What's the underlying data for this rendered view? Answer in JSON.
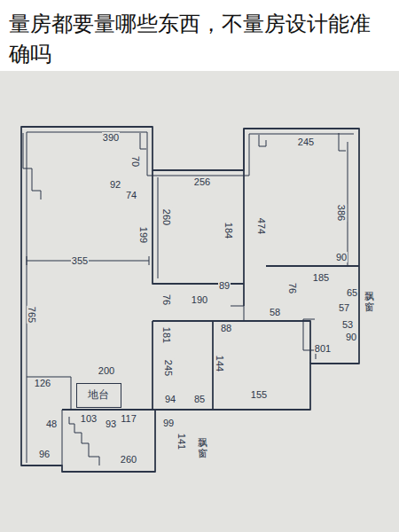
{
  "diagram": {
    "title": "量房都要量哪些东西，不量房设计能准确吗",
    "nodes": [
      {
        "text": [
          "地台"
        ]
      }
    ],
    "labels": [
      "390",
      "245",
      "256",
      "355",
      "765",
      "474",
      "386",
      "184",
      "199",
      "260",
      "74",
      "70",
      "92",
      "190",
      "76",
      "89",
      "88",
      "58",
      "76",
      "185",
      "90",
      "65",
      "57",
      "53",
      "801",
      "90",
      "245",
      "181",
      "144",
      "155",
      "94",
      "85",
      "126",
      "200",
      "103",
      "93",
      "117",
      "99",
      "141",
      "260",
      "96",
      "48",
      "飘窗",
      "飘窗"
    ]
  }
}
